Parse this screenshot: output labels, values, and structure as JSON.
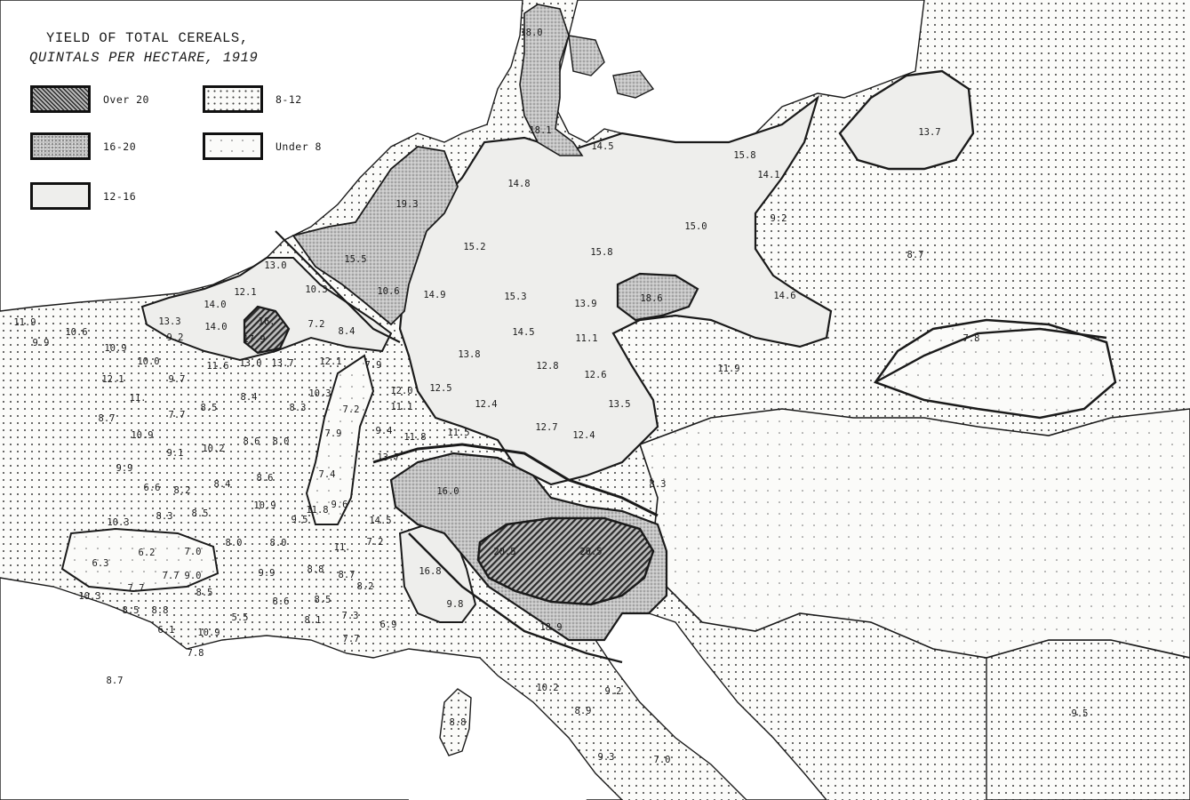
{
  "map": {
    "title_line1": "YIELD OF TOTAL CEREALS,",
    "title_line2": "QUINTALS PER HECTARE, 1919"
  },
  "legend": {
    "over20": "Over 20",
    "r1620": "16-20",
    "r1216": "12-16",
    "r812": "8-12",
    "under8": "Under 8"
  },
  "colors": {
    "over20": "#4a4a4a",
    "r1620": "#bcbcbc",
    "r1216": "#eeeeec",
    "r812": "#fbfbf9",
    "under8": "#fbfbf9",
    "sea": "#ffffff",
    "ink": "#1a1a1a"
  },
  "values": [
    "18.0",
    "18.1",
    "14.5",
    "15.8",
    "14.1",
    "13.7",
    "14.8",
    "19.3",
    "15.0",
    "9.2",
    "15.2",
    "15.8",
    "8.7",
    "15.5",
    "13.0",
    "10.3",
    "12.1",
    "10.6",
    "14.9",
    "15.3",
    "13.9",
    "18.6",
    "14.6",
    "11.9",
    "10.6",
    "13.3",
    "14.0",
    "14.0",
    "16.",
    "7.2",
    "9.9",
    "9.2",
    "17.9",
    "8.4",
    "14.5",
    "11.1",
    "7.8",
    "10.9",
    "13.0",
    "13.7",
    "12.1",
    "13.8",
    "10.0",
    "11.6",
    "7.9",
    "12.8",
    "12.6",
    "11.9",
    "12.1",
    "9.7",
    "11.",
    "10.3",
    "12.0",
    "12.5",
    "8.7",
    "7.7",
    "8.5",
    "8.4",
    "8.3",
    "7.2",
    "11.1",
    "12.4",
    "13.5",
    "10.9",
    "10.2",
    "8.6",
    "8.0",
    "7.9",
    "9.4",
    "11.8",
    "11.5",
    "12.7",
    "12.4",
    "9.1",
    "13.7",
    "9.9",
    "6.6",
    "8.2",
    "8.4",
    "8.6",
    "7.4",
    "16.0",
    "8.3",
    "10.9",
    "11.8",
    "9.6",
    "10.3",
    "8.3",
    "8.5",
    "9.5",
    "14.5",
    "8.0",
    "8.0",
    "11.",
    "7.2",
    "20.5",
    "20.5",
    "6.2",
    "7.0",
    "16.8",
    "6.3",
    "7.7",
    "9.0",
    "9.9",
    "8.8",
    "8.7",
    "7.7",
    "8.5",
    "8.2",
    "10.3",
    "8.5",
    "8.8",
    "8.6",
    "8.5",
    "9.8",
    "5.5",
    "8.1",
    "7.3",
    "6.9",
    "6.1",
    "10.9",
    "7.7",
    "18.9",
    "7.8",
    "8.7",
    "10.2",
    "9.2",
    "8.9",
    "9.5",
    "8.8",
    "9.3",
    "7.0"
  ]
}
